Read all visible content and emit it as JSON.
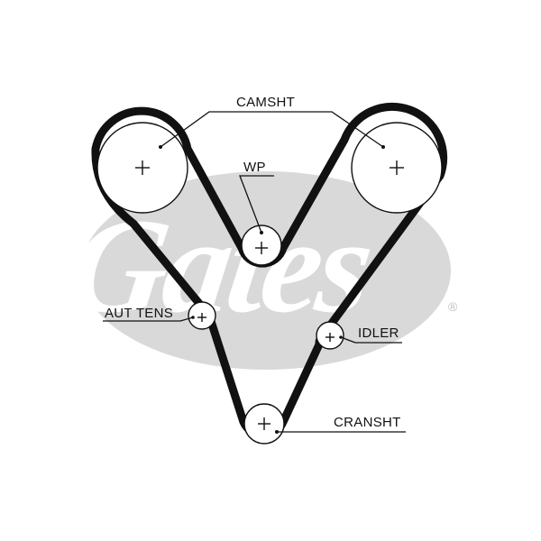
{
  "diagram": {
    "labels": {
      "camshaft": "CAMSHT",
      "water_pump": "WP",
      "auto_tensioner": "AUT TENS",
      "idler": "IDLER",
      "crankshaft": "CRANSHT"
    },
    "watermark": {
      "text": "Gates",
      "mark": "®",
      "color": "#d9d9d9"
    },
    "belt_color": "#111111"
  }
}
